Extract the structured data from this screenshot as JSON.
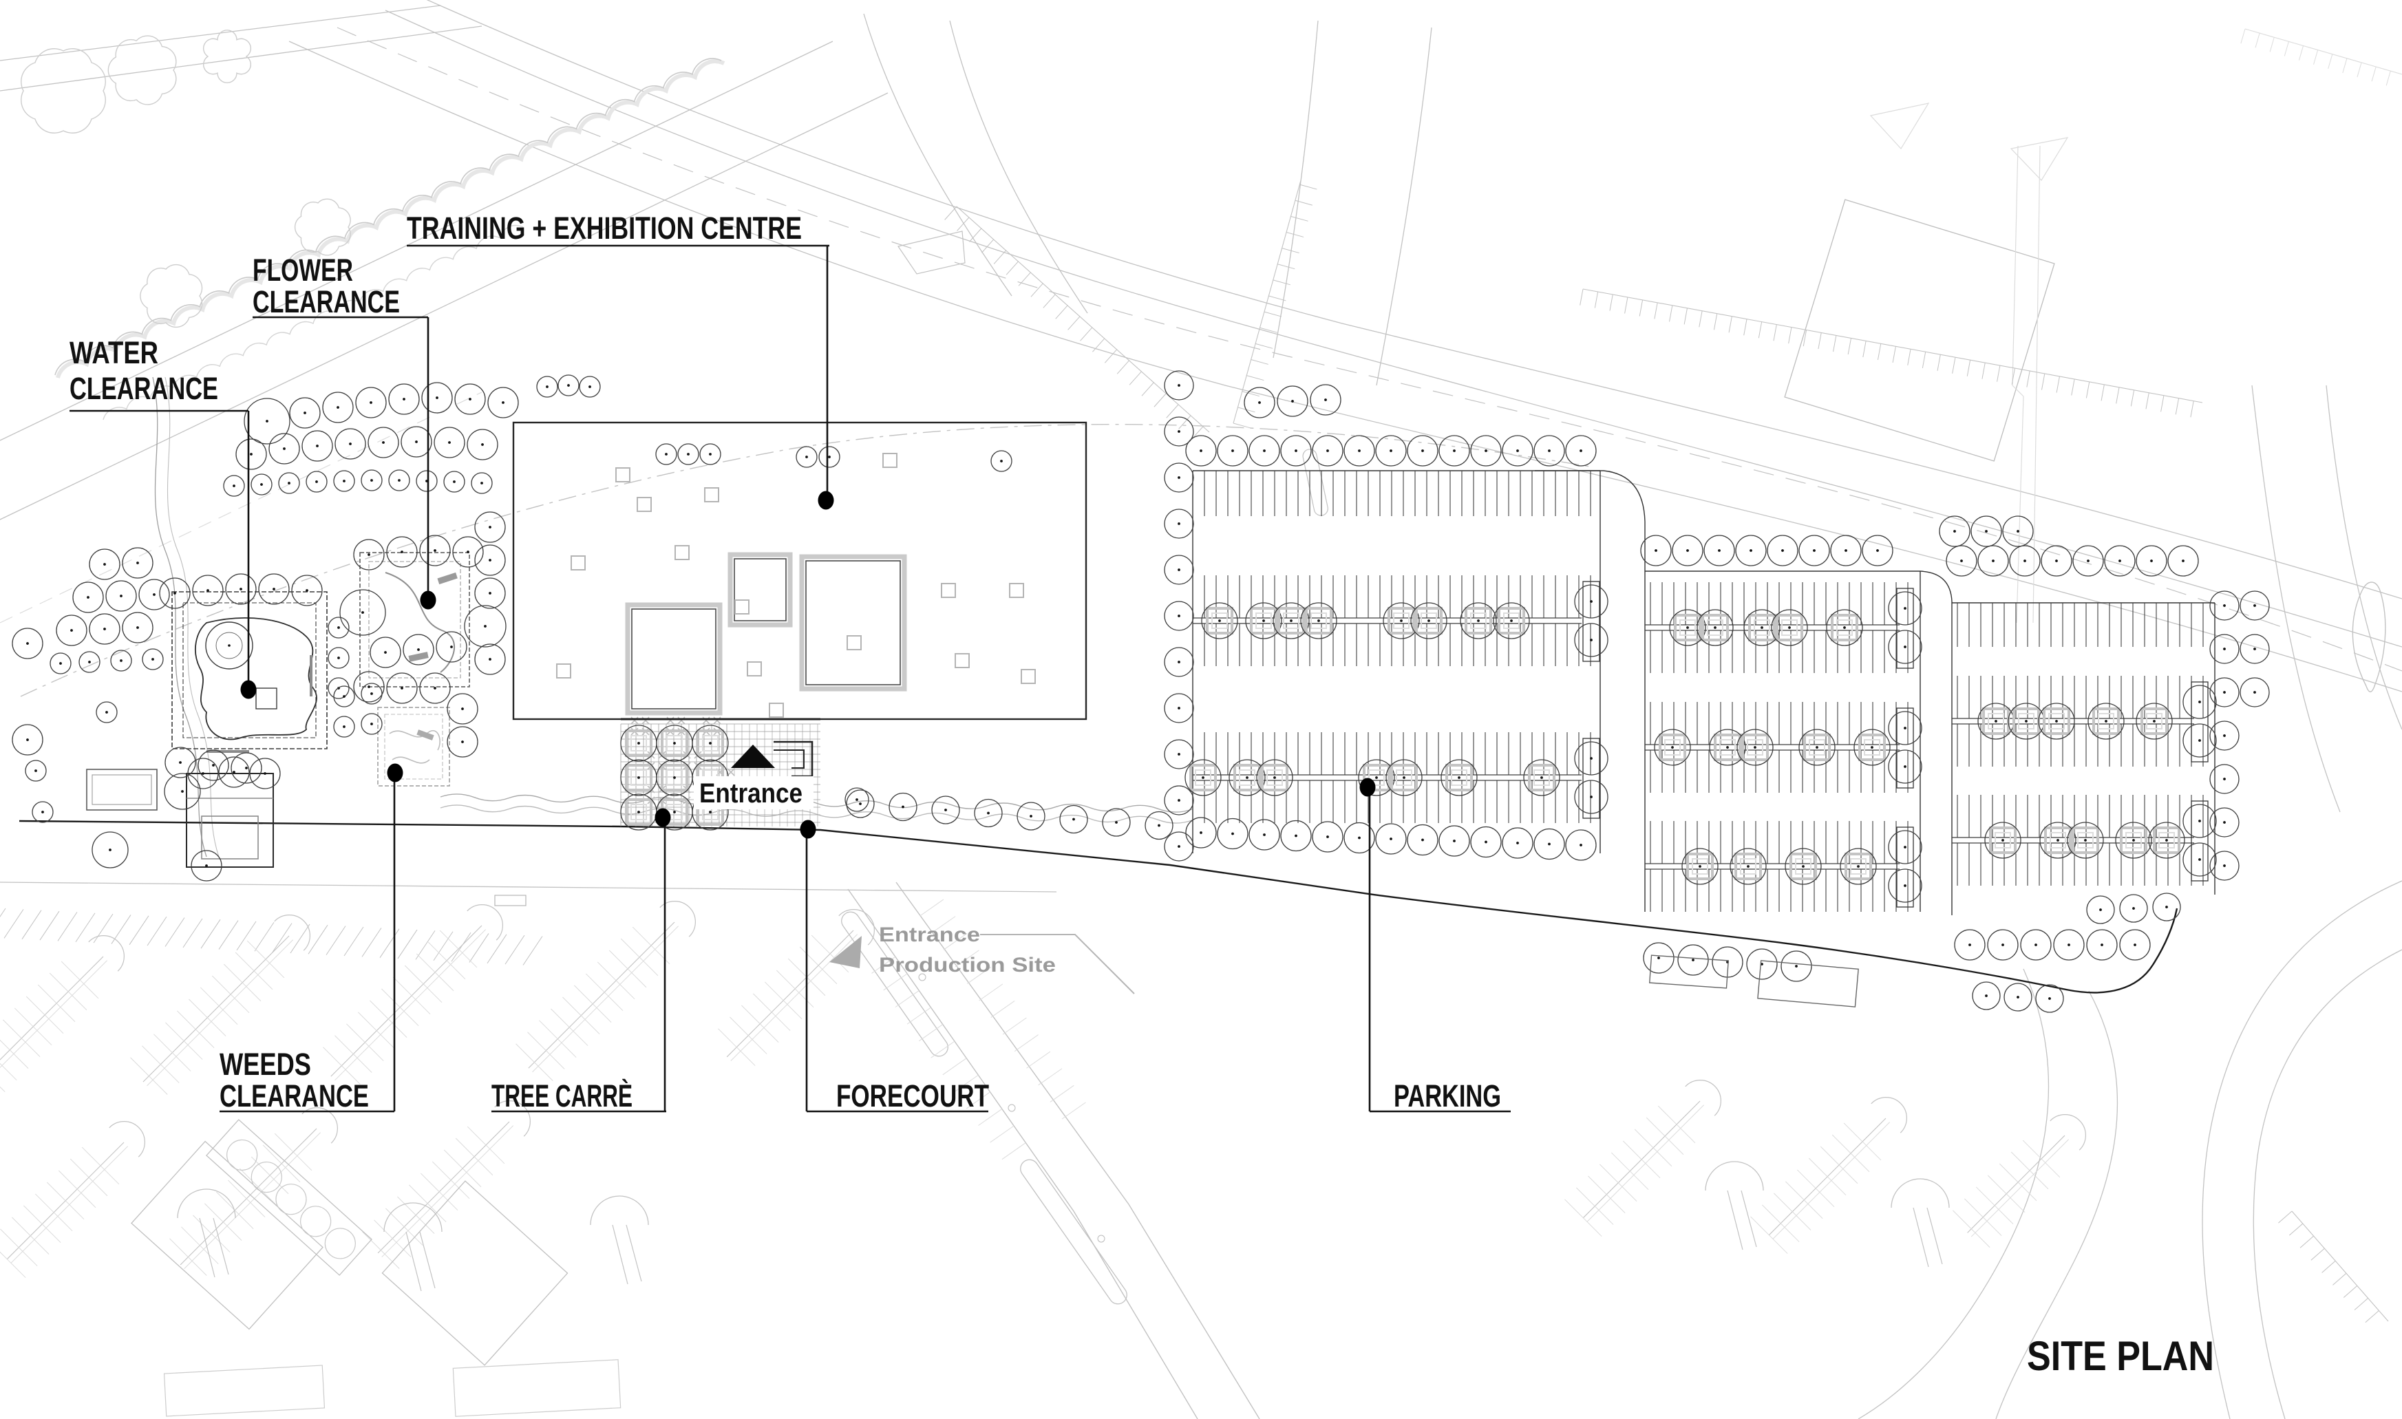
{
  "title": "SITE PLAN",
  "labels": {
    "training": "TRAINING + EXHIBITION CENTRE",
    "flower_1": "FLOWER",
    "flower_2": "CLEARANCE",
    "water_1": "WATER",
    "water_2": "CLEARANCE",
    "weeds_1": "WEEDS",
    "weeds_2": "CLEARANCE",
    "tree_carre": "TREE CARRÈ",
    "forecourt": "FORECOURT",
    "parking": "PARKING",
    "entrance": "Entrance",
    "production_1": "Entrance",
    "production_2": "Production Site"
  },
  "colors": {
    "label": "#111111",
    "muted_text": "#9a9a9a",
    "leader": "#1a1a1a",
    "dark": "#2a2a2a",
    "mid": "#4a4a4a",
    "tree": "#3c3c3c",
    "planter": "#c4c4c4",
    "light": "#c2c2c2",
    "faint": "#dcdcdc",
    "grid": "#9d9d9d"
  }
}
